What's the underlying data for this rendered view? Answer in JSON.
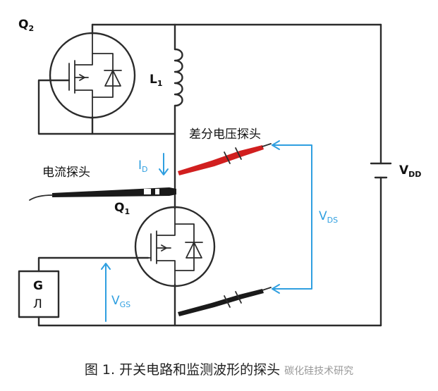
{
  "diagram": {
    "labels": {
      "q2": "Q",
      "q2_sub": "2",
      "q1": "Q",
      "q1_sub": "1",
      "l1": "L",
      "l1_sub": "1",
      "vdd": "V",
      "vdd_sub": "DD",
      "id": "I",
      "id_sub": "D",
      "vds": "V",
      "vds_sub": "DS",
      "vgs": "V",
      "vgs_sub": "GS",
      "gate_g": "G",
      "gate_pulse": "Л",
      "diff_probe": "差分电压探头",
      "current_probe": "电流探头"
    },
    "colors": {
      "wire": "#2b2b2b",
      "measurement": "#2f9fe0",
      "diff_probe": "#d11f1f",
      "probe_black": "#1a1a1a"
    }
  },
  "caption": {
    "text": "图 1. 开关电路和监测波形的探头",
    "watermark": "碳化硅技术研究"
  }
}
